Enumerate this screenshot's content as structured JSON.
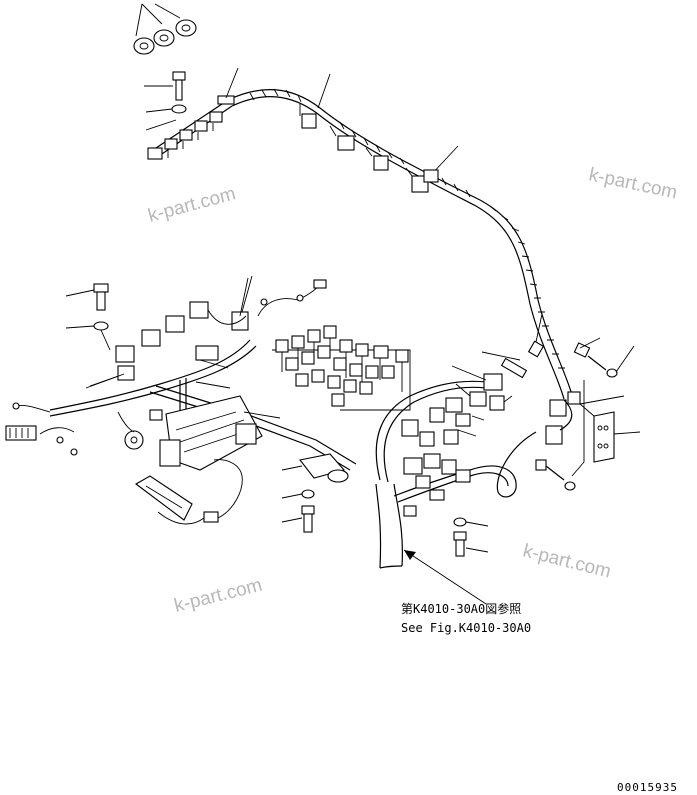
{
  "watermarks": [
    "k-part.com",
    "k-part.com",
    "k-part.com",
    "k-part.com"
  ],
  "reference": {
    "line_jp": "第K4010-30A0図参照",
    "line_en": "See Fig.K4010-30A0"
  },
  "drawing_code": "00015935"
}
